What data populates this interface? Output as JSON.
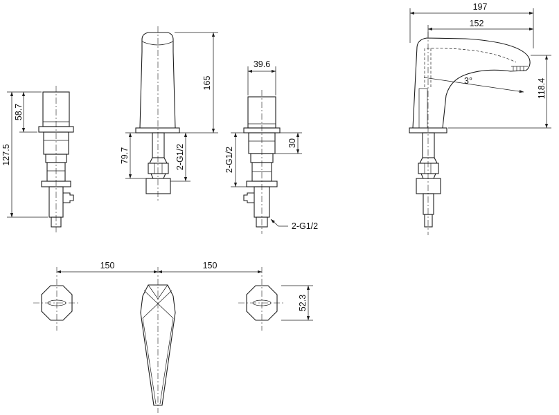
{
  "dims": {
    "valve_side_upper": "58.7",
    "valve_side_total": "127.5",
    "spout_front_height": "165",
    "spout_front_below": "79.7",
    "spout_front_thread": "2-G1/2",
    "valve_front_width": "39.6",
    "valve_front_body": "30",
    "valve_front_thread": "2-G1/2",
    "valve_front_thread_callout": "2-G1/2",
    "spout_side_total": "197",
    "spout_side_reach": "152",
    "spout_side_angle": "3°",
    "spout_side_height": "118.4",
    "top_spacing_left": "150",
    "top_spacing_right": "150",
    "top_handle_width": "52.3"
  }
}
